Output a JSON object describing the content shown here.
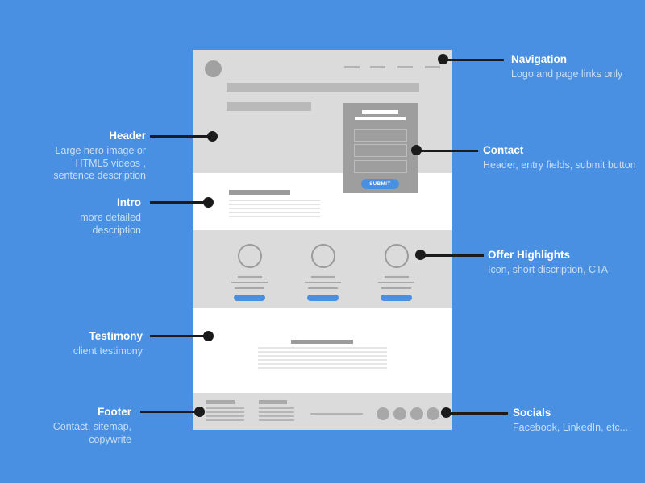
{
  "colors": {
    "background_blue": "#4a90e2",
    "accent_blue": "#4a90e2",
    "annotation_ink": "#1b1b1b",
    "title_text": "#ffffff",
    "desc_text": "#c9def5",
    "page_bg": "#ffffff",
    "band_gray": "#dbdbdb",
    "panel_gray": "#9e9e9e",
    "bar_gray": "#b9b9b9",
    "dark_bar_gray": "#9b9b9b",
    "light_line_gray": "#e2e2e2",
    "mid_line_gray": "#a8a8a8",
    "footer_line_gray": "#b5b5b5",
    "circle_gray": "#a8a8a8"
  },
  "annotations": {
    "left": [
      {
        "title": "Header",
        "desc": [
          "Large hero image or",
          "HTML5 videos ,",
          "sentence description"
        ]
      },
      {
        "title": "Intro",
        "desc": [
          "more detailed",
          "description"
        ]
      },
      {
        "title": "Testimony",
        "desc": [
          "client testimony"
        ]
      },
      {
        "title": "Footer",
        "desc": [
          "Contact, sitemap,",
          "copywrite"
        ]
      }
    ],
    "right": [
      {
        "title": "Navigation",
        "desc": [
          "Logo and page links only"
        ]
      },
      {
        "title": "Contact",
        "desc": [
          "Header, entry fields, submit button"
        ]
      },
      {
        "title": "Offer Highlights",
        "desc": [
          "Icon, short discription, CTA"
        ]
      },
      {
        "title": "Socials",
        "desc": [
          "Facebook, LinkedIn, etc..."
        ]
      }
    ]
  },
  "wireframe": {
    "submit_label": "SUBMIT"
  }
}
